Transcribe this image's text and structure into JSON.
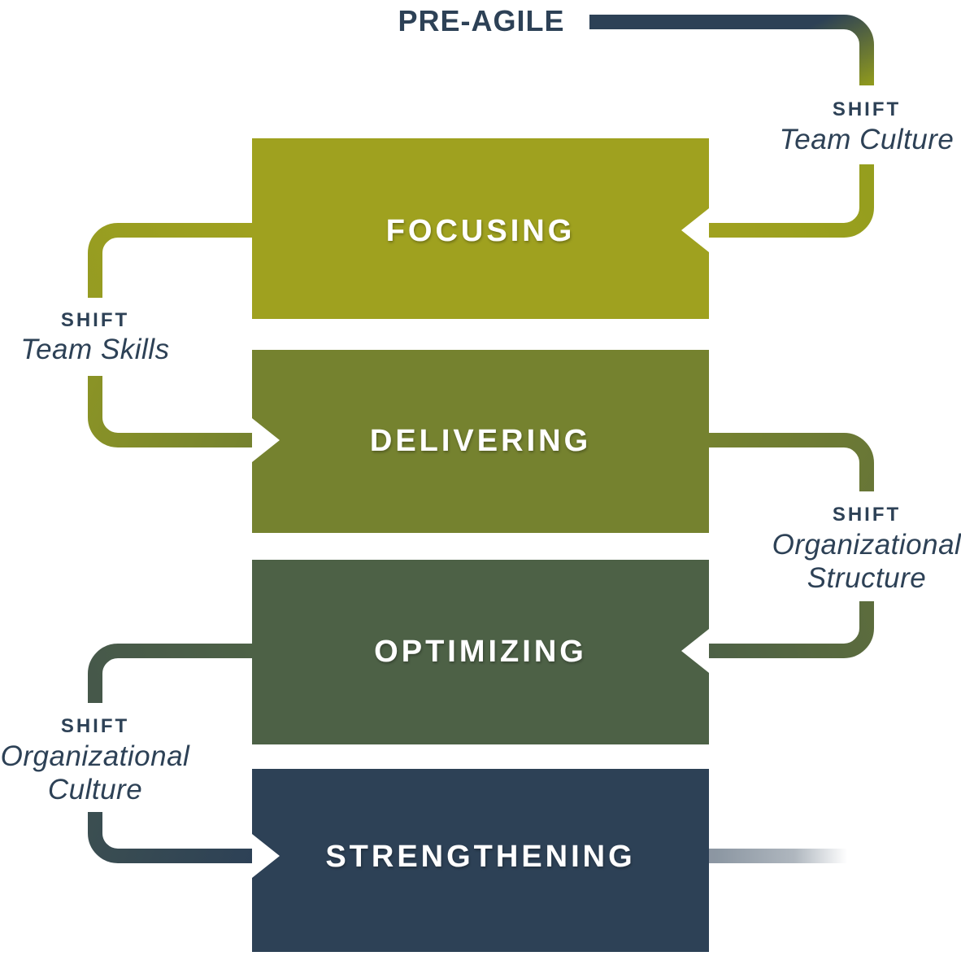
{
  "diagram": {
    "pre_agile_label": "PRE-AGILE",
    "stages": [
      {
        "id": "focusing",
        "label": "FOCUSING",
        "color": "#9fa11f"
      },
      {
        "id": "delivering",
        "label": "DELIVERING",
        "color": "#75822f"
      },
      {
        "id": "optimizing",
        "label": "OPTIMIZING",
        "color": "#4d6146"
      },
      {
        "id": "strengthening",
        "label": "STRENGTHENING",
        "color": "#2d4156"
      }
    ],
    "shifts": [
      {
        "label": "SHIFT",
        "lines": [
          "Team Culture"
        ],
        "from": "PRE-AGILE",
        "to": "FOCUSING"
      },
      {
        "label": "SHIFT",
        "lines": [
          "Team Skills"
        ],
        "from": "FOCUSING",
        "to": "DELIVERING"
      },
      {
        "label": "SHIFT",
        "lines": [
          "Organizational",
          "Structure"
        ],
        "from": "DELIVERING",
        "to": "OPTIMIZING"
      },
      {
        "label": "SHIFT",
        "lines": [
          "Organizational",
          "Culture"
        ],
        "from": "OPTIMIZING",
        "to": "STRENGTHENING"
      }
    ],
    "colors": {
      "text_navy": "#2d4156",
      "background": "#ffffff",
      "connector_olive": "#9fa11f",
      "fade_out_gray": "#2d4156"
    }
  }
}
